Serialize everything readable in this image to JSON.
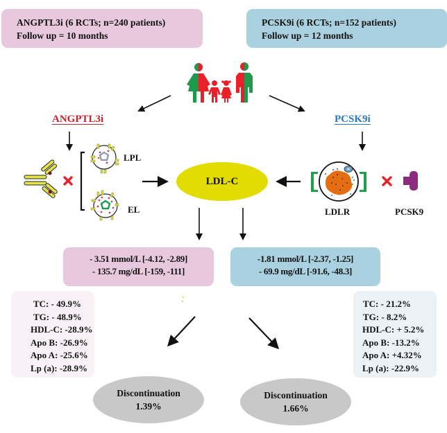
{
  "arms": {
    "left": {
      "header_line1": "ANGPTL3i (6 RCTs; n=240 patients)",
      "header_line2": "Follow up = 10 months",
      "drug_label": "ANGPTL3i",
      "drug_color": "#c0272d",
      "targets": [
        "LPL",
        "EL"
      ],
      "ldl_result_line1": "- 3.51 mmol/L [-4.12, -2.89]",
      "ldl_result_line2": "- 135.7 mg/dL [-159, -111]",
      "lipids": [
        "TC: - 49.9%",
        "TG: - 48.9%",
        "HDL-C: -28.9%",
        "Apo B: -26.9%",
        "Apo A: -25.6%",
        "Lp (a): -28.9%"
      ],
      "discontinuation_label": "Discontinuation",
      "discontinuation_value": "1.39%"
    },
    "right": {
      "header_line1": "PCSK9i (6 RCTs; n=152 patients)",
      "header_line2": "Follow up = 12 months",
      "drug_label": "PCSK9i",
      "drug_color": "#2e75b6",
      "receptor_label": "LDLR",
      "target_label": "PCSK9",
      "ldl_result_line1": "-1.81 mmol/L [-2.37, -1.25]",
      "ldl_result_line2": "- 69.9 mg/dL [-91.6, -48.3]",
      "lipids": [
        "TC: - 21.2%",
        "TG: - 8.2%",
        "HDL-C: + 5.2%",
        "Apo B: -13.2%",
        "Apo A: +4.32%",
        "Lp (a): -22.9%"
      ],
      "discontinuation_label": "Discontinuation",
      "discontinuation_value": "1.66%"
    }
  },
  "center": {
    "outcome_label": "LDL-C",
    "population_icon": "family-icon"
  },
  "colors": {
    "pink_box": "#e7c8dc",
    "blue_box": "#a9d1e0",
    "ldl_ellipse": "#e2dc00",
    "discontinuation_ellipse": "#c8c8c8",
    "block_x": "#e8202a"
  }
}
